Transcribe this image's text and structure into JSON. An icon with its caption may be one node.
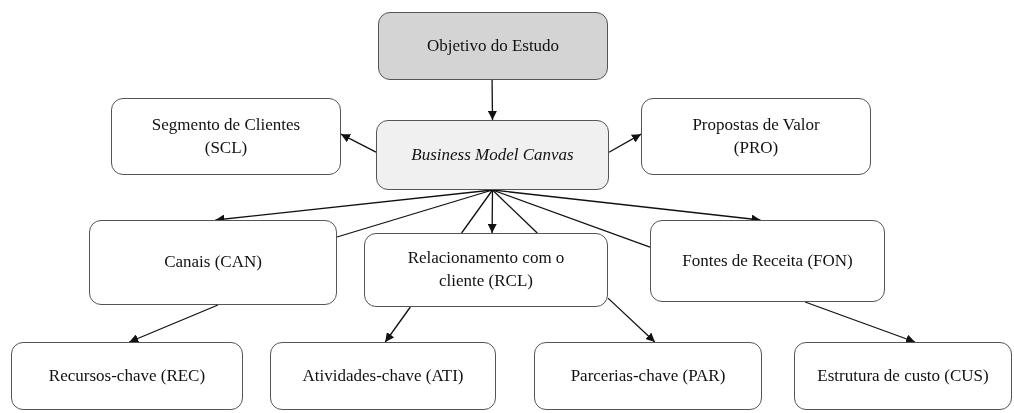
{
  "diagram": {
    "nodes": [
      {
        "text": [
          "Objetivo do Estudo"
        ]
      },
      {
        "text": [
          "Business Model Canvas"
        ]
      },
      {
        "text": [
          "Segmento de Clientes (SCL)"
        ]
      },
      {
        "text": [
          "Propostas de Valor (PRO)"
        ]
      },
      {
        "text": [
          "Canais (CAN)"
        ]
      },
      {
        "text": [
          "Relacionamento com o cliente (RCL)"
        ]
      },
      {
        "text": [
          "Fontes de Receita (FON)"
        ]
      },
      {
        "text": [
          "Recursos-chave (REC)"
        ]
      },
      {
        "text": [
          "Atividades-chave (ATI)"
        ]
      },
      {
        "text": [
          "Parcerias-chave (PAR)"
        ]
      },
      {
        "text": [
          "Estrutura de custo (CUS)"
        ]
      }
    ],
    "edges": [
      {
        "from": 0,
        "to": 1,
        "arrow": "to"
      },
      {
        "from": 1,
        "to": 2,
        "arrow": "to"
      },
      {
        "from": 1,
        "to": 3,
        "arrow": "to"
      },
      {
        "from": 1,
        "to": 4,
        "arrow": "to"
      },
      {
        "from": 1,
        "to": 4,
        "arrow": "none"
      },
      {
        "from": 1,
        "to": 5,
        "arrow": "none"
      },
      {
        "from": 1,
        "to": 5,
        "arrow": "to"
      },
      {
        "from": 1,
        "to": 5,
        "arrow": "none"
      },
      {
        "from": 1,
        "to": 6,
        "arrow": "none"
      },
      {
        "from": 1,
        "to": 6,
        "arrow": "to"
      },
      {
        "from": 4,
        "to": 7,
        "arrow": "to"
      },
      {
        "from": 5,
        "to": 8,
        "arrow": "to"
      },
      {
        "from": 5,
        "to": 9,
        "arrow": "to"
      },
      {
        "from": 6,
        "to": 10,
        "arrow": "to"
      }
    ]
  }
}
